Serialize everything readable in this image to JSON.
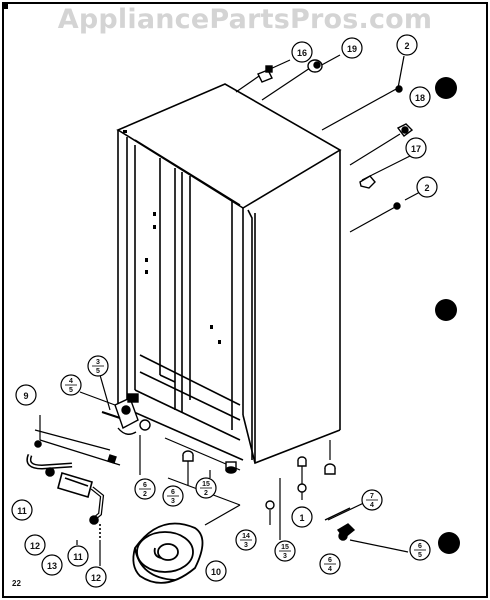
{
  "watermark": "AppliancePartsPros.com",
  "page_number": "22",
  "callouts": {
    "c16": "16",
    "c19": "19",
    "c2a": "2",
    "c18": "18",
    "c17": "17",
    "c2b": "2",
    "c9": "9",
    "c11a": "11",
    "c12a": "12",
    "c13": "13",
    "c11b": "11",
    "c12b": "12",
    "c10": "10",
    "c1": "1",
    "f3_5": {
      "num": "3",
      "den": "5"
    },
    "f4_5": {
      "num": "4",
      "den": "5"
    },
    "f6_2": {
      "num": "6",
      "den": "2"
    },
    "f6_3": {
      "num": "6",
      "den": "3"
    },
    "f15_2": {
      "num": "15",
      "den": "2"
    },
    "f14_3": {
      "num": "14",
      "den": "3"
    },
    "f15_3": {
      "num": "15",
      "den": "3"
    },
    "f7_4": {
      "num": "7",
      "den": "4"
    },
    "f6_4": {
      "num": "6",
      "den": "4"
    },
    "f6_5": {
      "num": "6",
      "den": "5"
    }
  }
}
